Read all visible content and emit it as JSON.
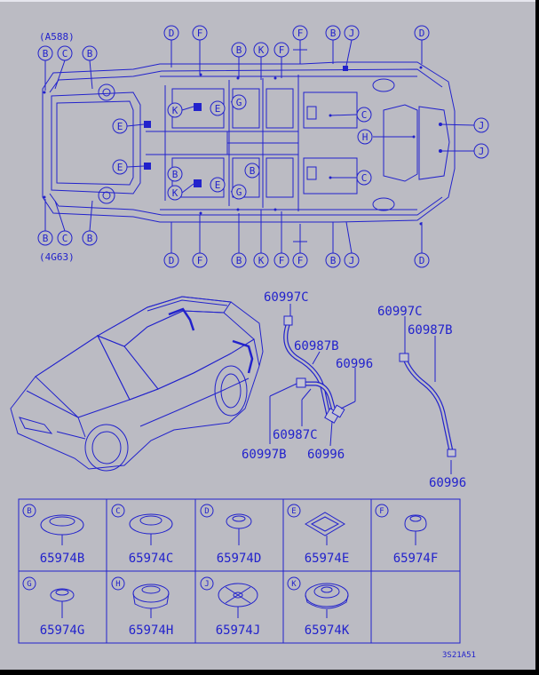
{
  "diagram": {
    "top_labels": [
      "D",
      "F",
      "B",
      "K",
      "F",
      "F",
      "B",
      "J",
      "D"
    ],
    "bottom_labels": [
      "D",
      "F",
      "B",
      "K",
      "F",
      "F",
      "B",
      "J",
      "D"
    ],
    "left_top_labels": [
      "B",
      "C",
      "B"
    ],
    "left_bottom_labels": [
      "B",
      "C",
      "B"
    ],
    "engine_top": "(A588)",
    "engine_bottom": "(4G63)",
    "inner_labels": {
      "K1": "K",
      "E1": "E",
      "G1": "G",
      "C1": "C",
      "J1": "J",
      "E2": "E",
      "H": "H",
      "E3": "E",
      "B3": "B",
      "B4": "B",
      "K2": "K",
      "E4": "E",
      "G2": "G",
      "C2": "C",
      "J2": "J"
    },
    "hose_left": {
      "p1": "60997C",
      "p2": "60987B",
      "p3": "60996",
      "p4": "60987C",
      "p5": "60997B",
      "p6": "60996"
    },
    "hose_right": {
      "p1": "60997C",
      "p2": "60987B",
      "p3": "60996"
    }
  },
  "parts": [
    {
      "letter": "B",
      "number": "65974B"
    },
    {
      "letter": "C",
      "number": "65974C"
    },
    {
      "letter": "D",
      "number": "65974D"
    },
    {
      "letter": "E",
      "number": "65974E"
    },
    {
      "letter": "F",
      "number": "65974F"
    },
    {
      "letter": "G",
      "number": "65974G"
    },
    {
      "letter": "H",
      "number": "65974H"
    },
    {
      "letter": "J",
      "number": "65974J"
    },
    {
      "letter": "K",
      "number": "65974K"
    }
  ],
  "footer_code": "3S21A51"
}
